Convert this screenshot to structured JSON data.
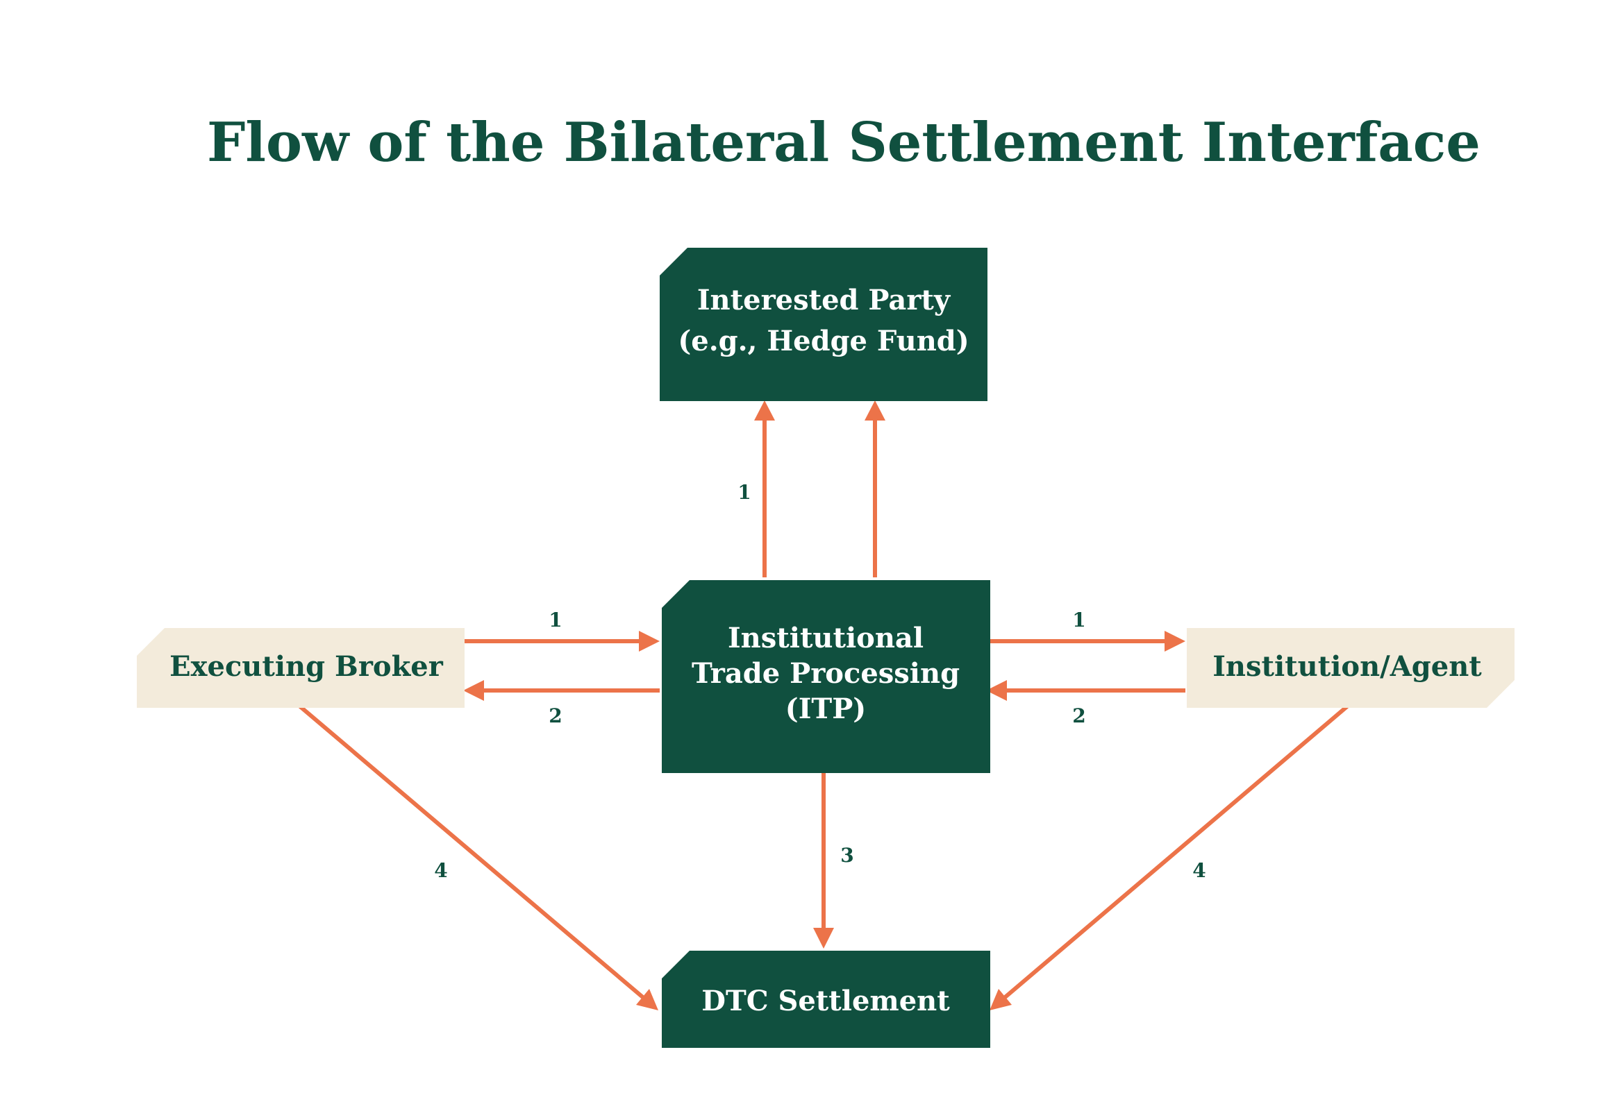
{
  "title": "Flow of the Bilateral Settlement Interface",
  "colors": {
    "dark_green": "#10503f",
    "beige": "#f3ebdb",
    "orange": "#ec7349",
    "white": "#ffffff"
  },
  "nodes": {
    "interested_party": {
      "line1": "Interested Party",
      "line2": "(e.g., Hedge Fund)"
    },
    "itp": {
      "line1": "Institutional",
      "line2": "Trade Processing",
      "line3": "(ITP)"
    },
    "executing_broker": {
      "label": "Executing Broker"
    },
    "institution_agent": {
      "label": "Institution/Agent"
    },
    "dtc_settlement": {
      "label": "DTC Settlement"
    }
  },
  "steps": {
    "itp_to_interested_party": "1",
    "broker_to_itp": "1",
    "itp_to_broker": "2",
    "itp_to_institution": "1",
    "institution_to_itp": "2",
    "itp_to_dtc": "3",
    "broker_to_dtc": "4",
    "institution_to_dtc": "4"
  }
}
